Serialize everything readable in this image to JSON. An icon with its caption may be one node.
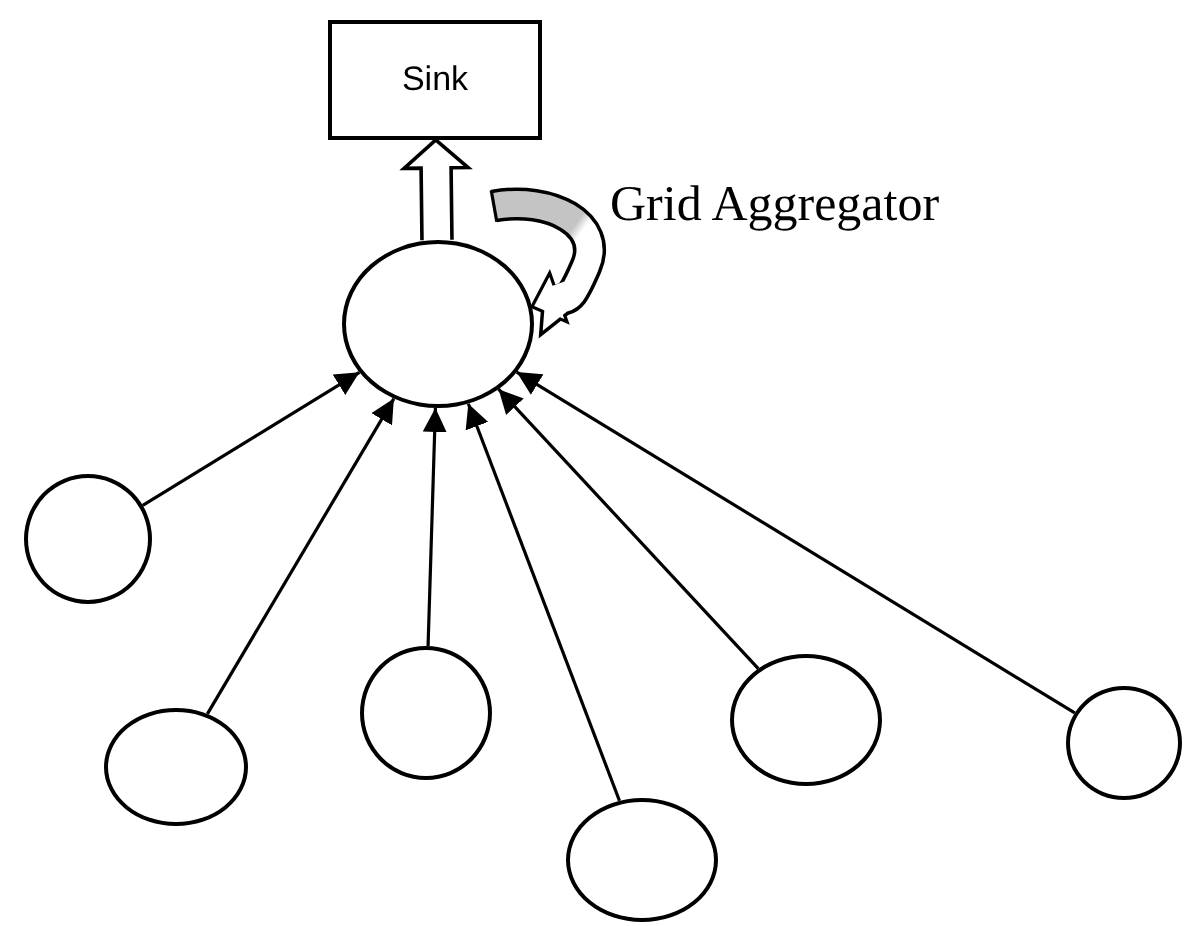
{
  "diagram": {
    "nodes": [
      {
        "text": [
          "Sink"
        ]
      },
      {
        "text": [],
        "shape": "circle"
      },
      {
        "text": [],
        "shape": "circle"
      },
      {
        "text": [],
        "shape": "circle"
      },
      {
        "text": [],
        "shape": "circle"
      },
      {
        "text": [],
        "shape": "circle"
      },
      {
        "text": [],
        "shape": "circle"
      },
      {
        "text": [],
        "shape": "circle"
      }
    ],
    "edges": [
      {
        "from": 1,
        "to": 0,
        "arrow": "to",
        "style": "thick"
      },
      {
        "from": null,
        "to": 1,
        "arrow": "to",
        "style": "thick"
      },
      {
        "from": 2,
        "to": 1,
        "arrow": "to"
      },
      {
        "from": 3,
        "to": 1,
        "arrow": "to"
      },
      {
        "from": 4,
        "to": 1,
        "arrow": "to"
      },
      {
        "from": 5,
        "to": 1,
        "arrow": "to"
      },
      {
        "from": 6,
        "to": 1,
        "arrow": "to"
      },
      {
        "from": 7,
        "to": 1,
        "arrow": "to"
      }
    ],
    "labels": [
      "Grid Aggregator"
    ]
  }
}
